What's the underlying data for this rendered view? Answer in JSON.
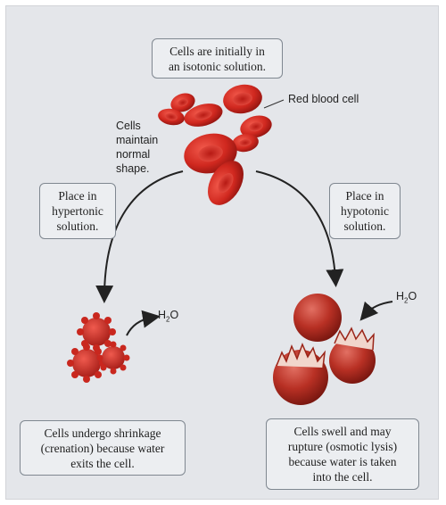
{
  "top_box": "Cells are initially in\nan isotonic solution.",
  "rbc_label": "Red blood cell",
  "normal_label": "Cells\nmaintain\nnormal\nshape.",
  "left_box": "Place in\nhypertonic\nsolution.",
  "right_box": "Place in\nhypotonic\nsolution.",
  "h2o": {
    "main": "H",
    "sub": "2",
    "tail": "O"
  },
  "bottom_left": "Cells undergo shrinkage\n(crenation) because water\nexits the cell.",
  "bottom_right": "Cells swell and may\nrupture (osmotic lysis)\nbecause water is taken\ninto the cell."
}
